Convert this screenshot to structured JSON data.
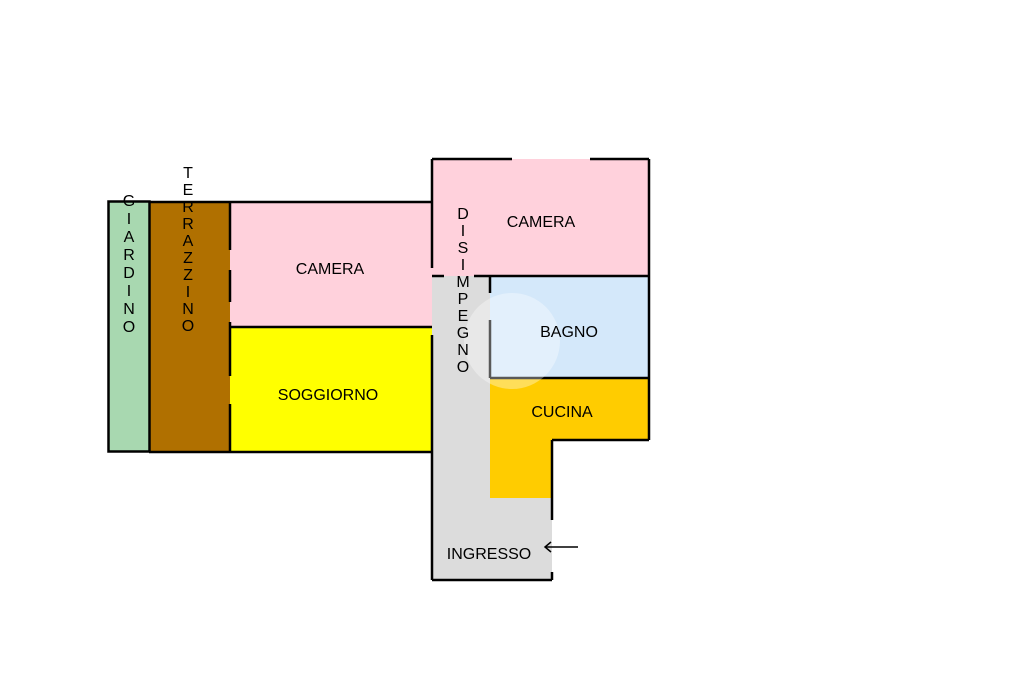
{
  "rooms": {
    "giardino": {
      "label": "GIARDINO",
      "color": "#a8d8b0"
    },
    "terrazzino": {
      "label": "TERRAZZINO",
      "color": "#b07000"
    },
    "camera_left": {
      "label": "CAMERA",
      "color": "#ffd1dc"
    },
    "soggiorno": {
      "label": "SOGGIORNO",
      "color": "#ffff00"
    },
    "camera_top": {
      "label": "CAMERA",
      "color": "#ffd1dc"
    },
    "disimpegno": {
      "label": "DISIMPEGNO",
      "color": "#dcdcdc"
    },
    "bagno": {
      "label": "BAGNO",
      "color": "#d4e8fa"
    },
    "cucina": {
      "label": "CUCINA",
      "color": "#ffcc00"
    },
    "ingresso": {
      "label": "INGRESSO",
      "color": "#dcdcdc"
    }
  }
}
